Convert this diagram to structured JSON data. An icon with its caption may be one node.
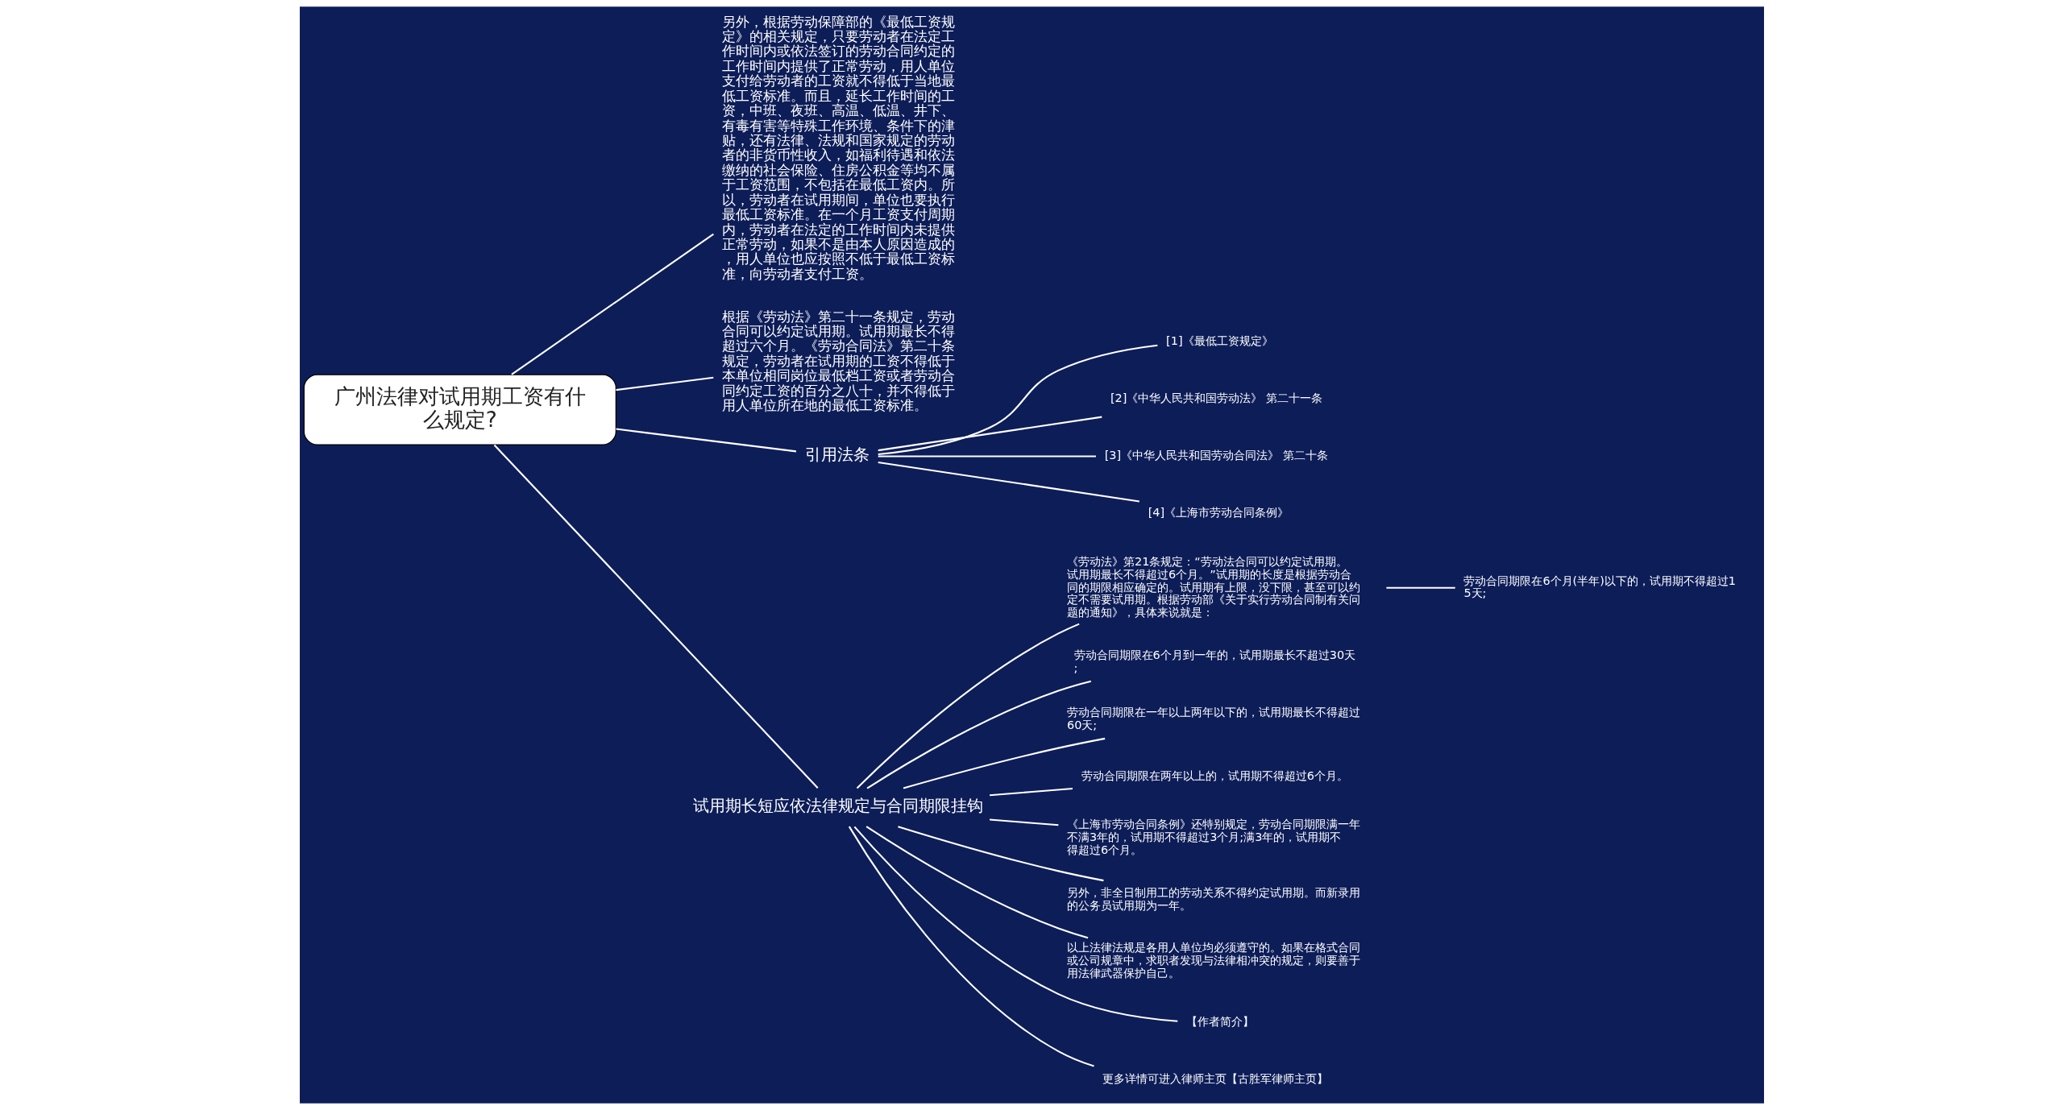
{
  "diagram": {
    "nodes": [
      {
        "text": [
          "广州法律对试用期工资有什么规定?"
        ]
      },
      {
        "text": [
          "另外，根据劳动保障部的《最低工资规定》的相关规定，只要劳动者在法定工作时间内或依法签订的劳动合同约定的工作时间内提供了正常劳动，用人单位支付给劳动者的工资就不得低于当地最低工资标准。而且，延长工作时间的工资，中班、夜班、高温、低温、井下、有毒有害等特殊工作环境、条件下的津贴，还有法律、法规和国家规定的劳动者的非货币性收入，如福利待遇和依法缴纳的社会保险、住房公积金等均不属于工资范围，不包括在最低工资内。所以，劳动者在试用期间，单位也要执行最低工资标准。在一个月工资支付周期内，劳动者在法定的工作时间内未提供正常劳动，如果不是由本人原因造成的，用人单位也应按照不低于最低工资标准，向劳动者支付工资。"
        ]
      },
      {
        "text": [
          "根据《劳动法》第二十一条规定，劳动合同可以约定试用期。试用期最长不得超过六个月。《劳动合同法》第二十条规定，劳动者在试用期的工资不得低于本单位相同岗位最低档工资或者劳动合同约定工资的百分之八十，并不得低于用人单位所在地的最低工资标准。"
        ]
      },
      {
        "text": [
          "引用法条"
        ]
      },
      {
        "text": [
          "[1]《最低工资规定》"
        ]
      },
      {
        "text": [
          "[2]《中华人民共和国劳动法》 第二十一条"
        ]
      },
      {
        "text": [
          "[3]《中华人民共和国劳动合同法》 第二十条"
        ]
      },
      {
        "text": [
          "[4]《上海市劳动合同条例》"
        ]
      },
      {
        "text": [
          "试用期长短应依法律规定与合同期限挂钩"
        ]
      },
      {
        "text": [
          "《劳动法》第21条规定：“劳动法合同可以约定试用期。试用期最长不得超过6个月。”试用期的长度是根据劳动合同的期限相应确定的。试用期有上限，没下限，甚至可以约定不需要试用期。根据劳动部《关于实行劳动合同制有关问题的通知》，具体来说就是："
        ]
      },
      {
        "text": [
          "劳动合同期限在6个月(半年)以下的，试用期不得超过15天;"
        ]
      },
      {
        "text": [
          "劳动合同期限在6个月到一年的，试用期最长不超过30天;"
        ]
      },
      {
        "text": [
          "劳动合同期限在一年以上两年以下的，试用期最长不得超过60天;"
        ]
      },
      {
        "text": [
          "劳动合同期限在两年以上的，试用期不得超过6个月。"
        ]
      },
      {
        "text": [
          "《上海市劳动合同条例》还特别规定，劳动合同期限满一年不满3年的，试用期不得超过3个月;满3年的，试用期不得超过6个月。"
        ]
      },
      {
        "text": [
          "另外，非全日制用工的劳动关系不得约定试用期。而新录用的公务员试用期为一年。"
        ]
      },
      {
        "text": [
          "以上法律法规是各用人单位均必须遵守的。如果在格式合同或公司规章中，求职者发现与法律相冲突的规定，则要善于用法律武器保护自己。"
        ]
      },
      {
        "text": [
          "【作者简介】"
        ]
      },
      {
        "text": [
          "更多详情可进入律师主页【古胜军律师主页】"
        ]
      }
    ],
    "edges": [
      {
        "from": 0,
        "to": 1,
        "arrow": "none"
      },
      {
        "from": 0,
        "to": 2,
        "arrow": "none"
      },
      {
        "from": 0,
        "to": 3,
        "arrow": "none"
      },
      {
        "from": 0,
        "to": 8,
        "arrow": "none"
      },
      {
        "from": 3,
        "to": 4,
        "arrow": "none"
      },
      {
        "from": 3,
        "to": 5,
        "arrow": "none"
      },
      {
        "from": 3,
        "to": 6,
        "arrow": "none"
      },
      {
        "from": 3,
        "to": 7,
        "arrow": "none"
      },
      {
        "from": 8,
        "to": 9,
        "arrow": "none"
      },
      {
        "from": 9,
        "to": 10,
        "arrow": "none"
      },
      {
        "from": 8,
        "to": 11,
        "arrow": "none"
      },
      {
        "from": 8,
        "to": 12,
        "arrow": "none"
      },
      {
        "from": 8,
        "to": 13,
        "arrow": "none"
      },
      {
        "from": 8,
        "to": 14,
        "arrow": "none"
      },
      {
        "from": 8,
        "to": 15,
        "arrow": "none"
      },
      {
        "from": 8,
        "to": 16,
        "arrow": "none"
      },
      {
        "from": 8,
        "to": 17,
        "arrow": "none"
      },
      {
        "from": 8,
        "to": 18,
        "arrow": "none"
      }
    ]
  }
}
